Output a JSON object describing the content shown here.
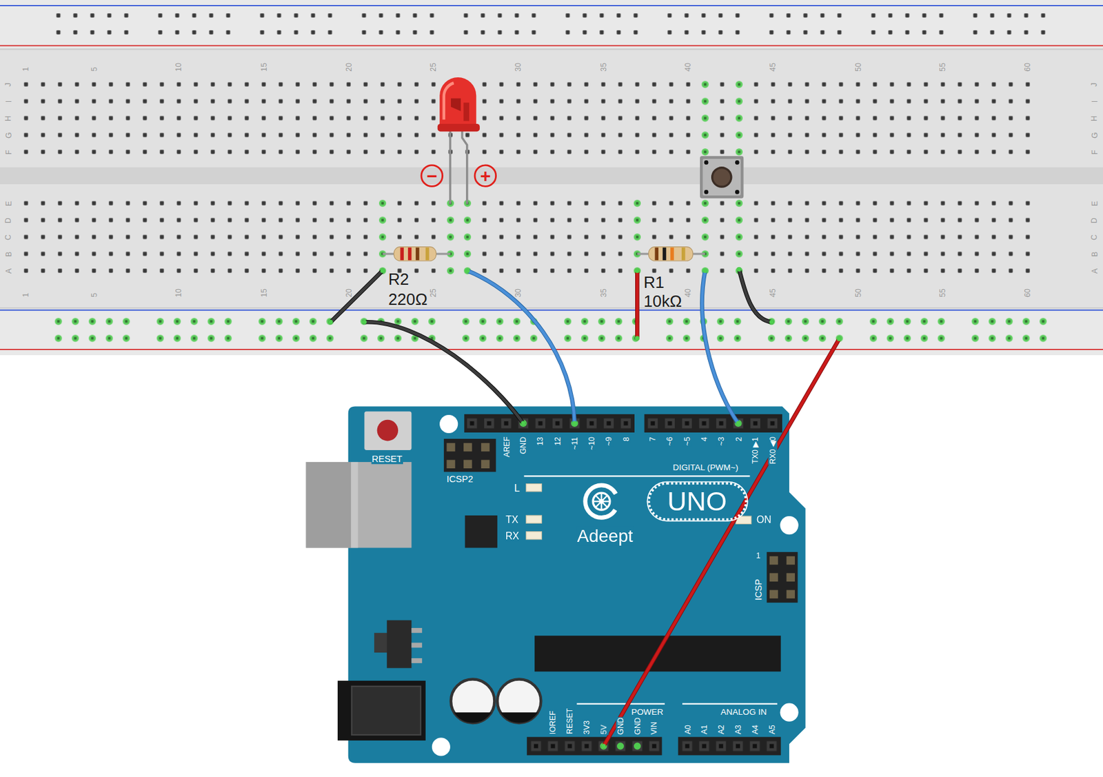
{
  "diagram": {
    "nodes": [
      {
        "text": [
          "UNO"
        ]
      }
    ],
    "labels": [
      "1",
      "5",
      "10",
      "15",
      "20",
      "25",
      "30",
      "35",
      "40",
      "45",
      "50",
      "55",
      "60",
      "J",
      "J",
      "I",
      "I",
      "H",
      "H",
      "G",
      "G",
      "F",
      "F",
      "−",
      "+",
      "E",
      "E",
      "D",
      "D",
      "C",
      "C",
      "B",
      "B",
      "A",
      "A",
      "R2",
      "220Ω",
      "R1",
      "10kΩ",
      "1",
      "5",
      "10",
      "15",
      "20",
      "25",
      "30",
      "35",
      "40",
      "45",
      "50",
      "55",
      "60",
      "RESET",
      "ICSP2",
      "AREF",
      "GND",
      "13",
      "12",
      "~11",
      "~10",
      "~9",
      "8",
      "7",
      "~6",
      "~5",
      "4",
      "~3",
      "2",
      "TX0 ▶1",
      "RX0 ◀0",
      "DIGITAL (PWM~)",
      "L",
      "TX",
      "RX",
      "Adeept",
      "ON",
      "1",
      "ICSP",
      "IOREF",
      "RESET",
      "3V3",
      "5V",
      "GND",
      "GND",
      "VIN",
      "POWER",
      "ANALOG IN",
      "A0",
      "A1",
      "A2",
      "A3",
      "A4",
      "A5"
    ]
  }
}
